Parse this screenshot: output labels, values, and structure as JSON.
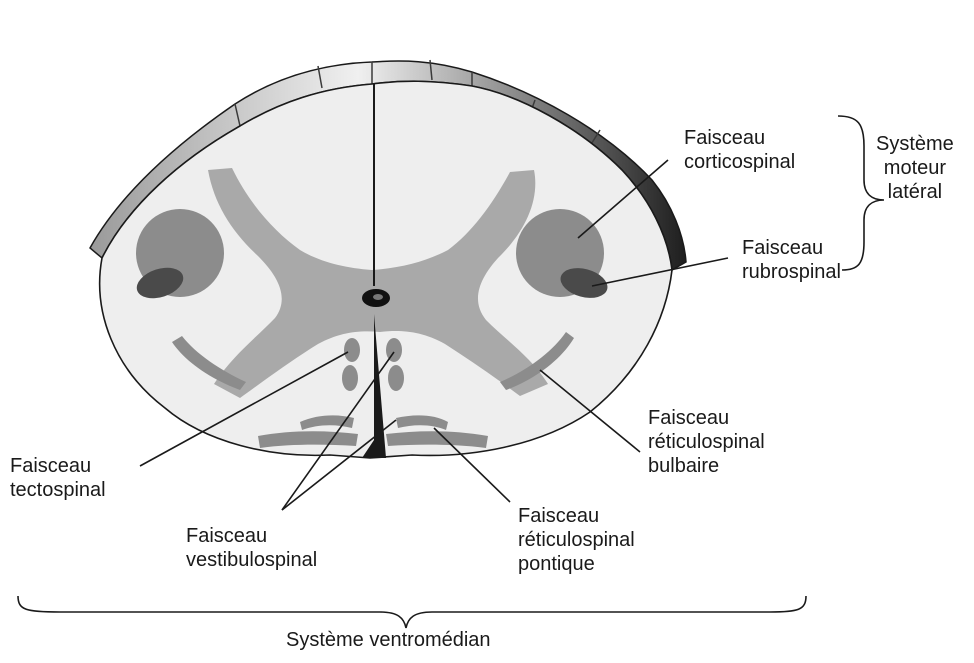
{
  "labels": {
    "corticospinal": [
      "Faisceau",
      "corticospinal"
    ],
    "rubrospinal": [
      "Faisceau",
      "rubrospinal"
    ],
    "lateral_system": [
      "Système",
      "moteur",
      "latéral"
    ],
    "reticulospinal_bulbaire": [
      "Faisceau",
      "réticulospinal",
      "bulbaire"
    ],
    "tectospinal": [
      "Faisceau",
      "tectospinal"
    ],
    "vestibulospinal": [
      "Faisceau",
      "vestibulospinal"
    ],
    "reticulospinal_pontique": [
      "Faisceau",
      "réticulospinal",
      "pontique"
    ],
    "ventromedian_system": "Système ventromédian"
  },
  "colors": {
    "white_matter": "#eeeeee",
    "grey_matter": "#a9a9a9",
    "tract": "#8c8c8c",
    "tract_dark": "#4a4a4a",
    "outline": "#1a1a1a"
  }
}
